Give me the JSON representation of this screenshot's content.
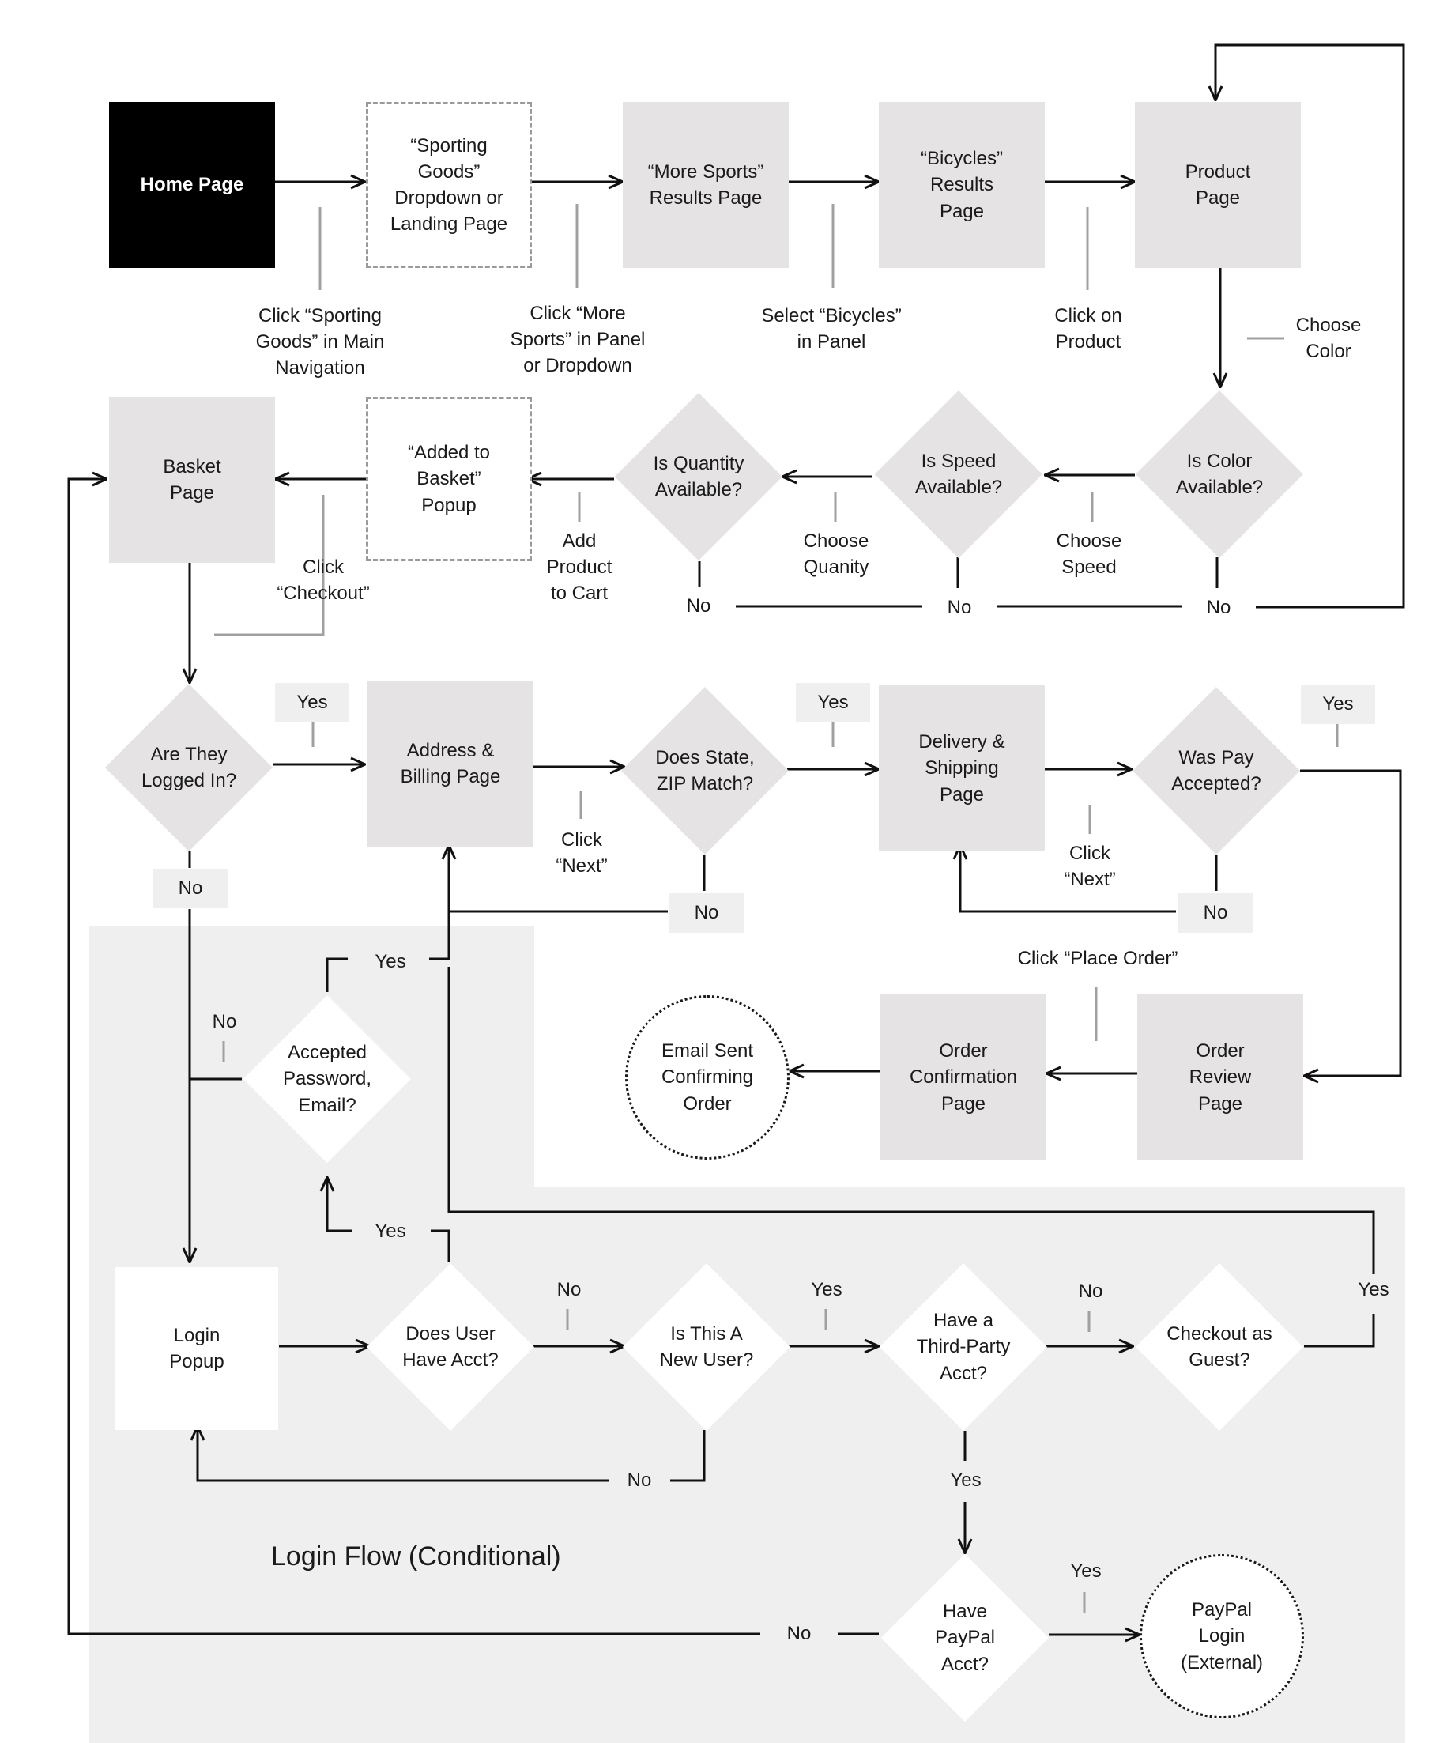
{
  "region": {
    "title": "Login Flow (Conditional)"
  },
  "nodes": {
    "home": "Home Page",
    "sporting": "“Sporting\nGoods”\nDropdown or\nLanding Page",
    "more_sports": "“More Sports”\nResults Page",
    "bicycles": "“Bicycles”\nResults\nPage",
    "product": "Product\nPage",
    "is_color": "Is Color\nAvailable?",
    "is_speed": "Is Speed\nAvailable?",
    "is_quantity": "Is Quantity\nAvailable?",
    "added": "“Added to\nBasket”\nPopup",
    "basket": "Basket\nPage",
    "logged_in": "Are They\nLogged In?",
    "address": "Address &\nBilling Page",
    "state_zip": "Does State,\nZIP  Match?",
    "delivery": "Delivery &\nShipping\nPage",
    "pay_accepted": "Was Pay\nAccepted?",
    "order_review": "Order\nReview\nPage",
    "order_confirmation": "Order\nConfirmation\nPage",
    "email_sent": "Email Sent\nConfirming\nOrder",
    "accepted_pw": "Accepted\nPassword,\nEmail?",
    "login_popup": "Login\nPopup",
    "has_acct": "Does User\nHave Acct?",
    "new_user": "Is This A\nNew User?",
    "third_party": "Have a\nThird-Party\nAcct?",
    "guest": "Checkout as\nGuest?",
    "paypal_acct": "Have\nPayPal\nAcct?",
    "paypal_login": "PayPal\nLogin\n(External)"
  },
  "labels": {
    "click_sporting": "Click “Sporting\nGoods” in Main\nNavigation",
    "click_more": "Click “More\nSports” in Panel\nor Dropdown",
    "select_bicycles": "Select “Bicycles”\nin Panel",
    "click_product": "Click on\nProduct",
    "choose_color": "Choose\nColor",
    "choose_speed": "Choose\nSpeed",
    "choose_quanity": "Choose\nQuanity",
    "add_product": "Add\nProduct\nto Cart",
    "click_checkout": "Click\n“Checkout”",
    "click_next_1": "Click\n“Next”",
    "click_next_2": "Click\n“Next”",
    "click_place_order": "Click “Place Order”"
  },
  "tags": {
    "no": "No",
    "yes": "Yes"
  }
}
